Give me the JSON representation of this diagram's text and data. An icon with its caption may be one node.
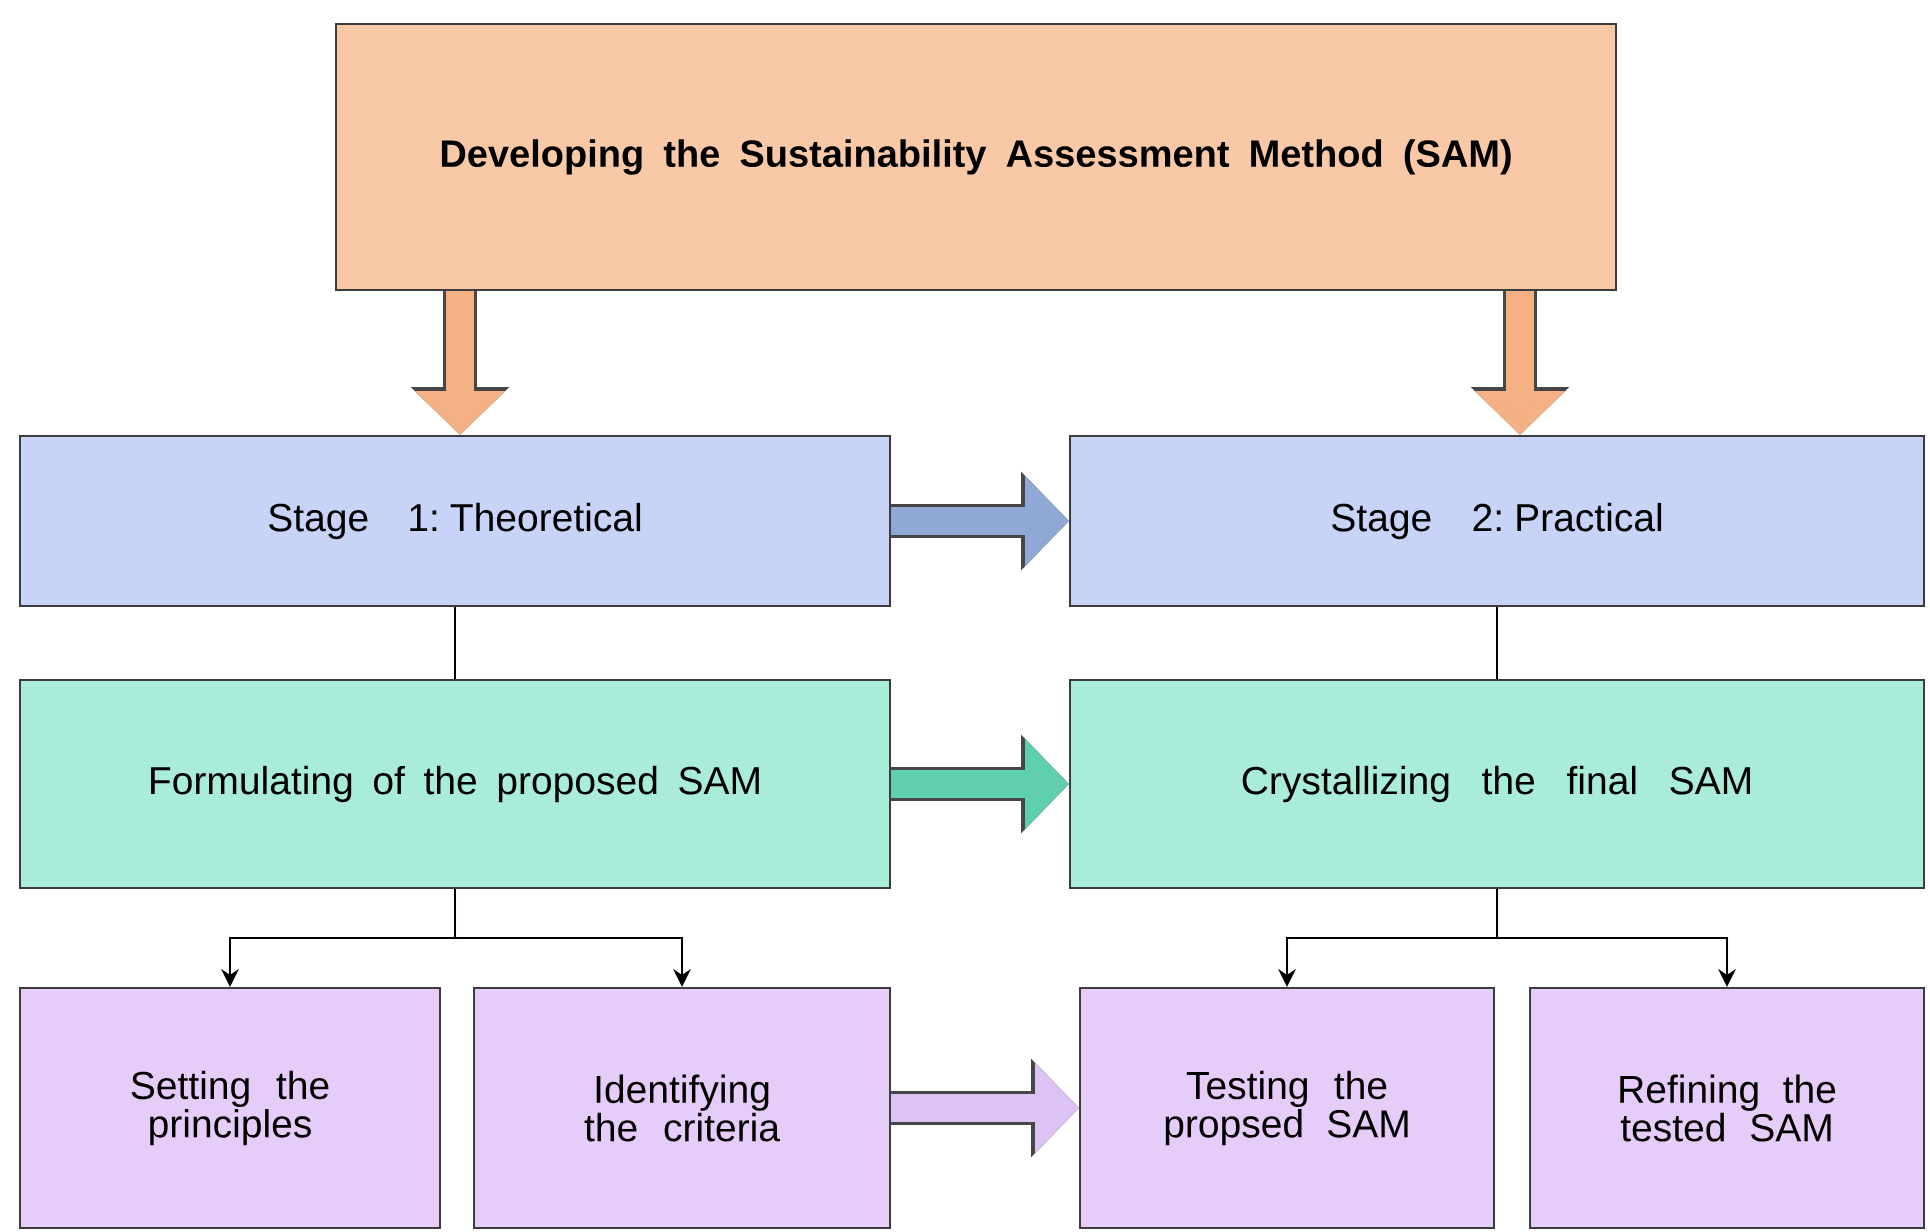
{
  "diagram": {
    "nodes": [
      {
        "text": [
          "Developing the Sustainability Assessment Method (SAM)"
        ]
      },
      {
        "text": [
          "Stage 1: Theoretical"
        ]
      },
      {
        "text": [
          "Stage 2: Practical"
        ]
      },
      {
        "text": [
          "Formulating of the proposed SAM"
        ]
      },
      {
        "text": [
          "Crystallizing the final SAM"
        ]
      },
      {
        "text": [
          "Setting the principles"
        ]
      },
      {
        "text": [
          "Identifying the criteria"
        ]
      },
      {
        "text": [
          "Testing the propsed SAM"
        ]
      },
      {
        "text": [
          "Refining the tested SAM"
        ]
      }
    ],
    "edges": [
      {
        "from": 0,
        "to": 1,
        "arrow": "to",
        "style": "thick",
        "color": "#f4b183"
      },
      {
        "from": 0,
        "to": 2,
        "arrow": "to",
        "style": "thick",
        "color": "#f4b183"
      },
      {
        "from": 1,
        "to": 2,
        "arrow": "to",
        "style": "thick",
        "color": "#8fa8d6"
      },
      {
        "from": 1,
        "to": 3,
        "arrow": "none"
      },
      {
        "from": 2,
        "to": 4,
        "arrow": "none"
      },
      {
        "from": 3,
        "to": 4,
        "arrow": "to",
        "style": "thick",
        "color": "#5fcfb0"
      },
      {
        "from": 3,
        "to": 5,
        "arrow": "to"
      },
      {
        "from": 3,
        "to": 6,
        "arrow": "to"
      },
      {
        "from": 4,
        "to": 7,
        "arrow": "to"
      },
      {
        "from": 4,
        "to": 8,
        "arrow": "to"
      },
      {
        "from": 6,
        "to": 7,
        "arrow": "to",
        "style": "thick",
        "color": "#dcc2f5"
      }
    ]
  }
}
